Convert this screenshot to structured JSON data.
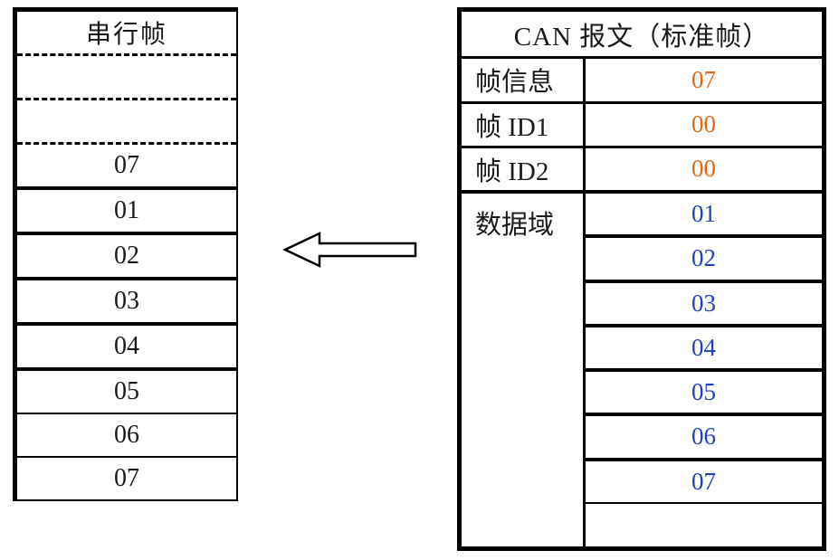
{
  "colors": {
    "orange": "#e2690f",
    "blue": "#2041c0",
    "line": "#000000"
  },
  "serial_table": {
    "title": "串行帧",
    "rows": [
      {
        "value": ""
      },
      {
        "value": ""
      },
      {
        "value": "07",
        "color": "orange"
      },
      {
        "value": "01",
        "color": "blue"
      },
      {
        "value": "02",
        "color": "blue"
      },
      {
        "value": "03",
        "color": "blue"
      },
      {
        "value": "04",
        "color": "blue"
      },
      {
        "value": "05",
        "color": "blue"
      },
      {
        "value": "06",
        "color": "blue"
      },
      {
        "value": "07",
        "color": "blue"
      }
    ]
  },
  "can_table": {
    "title": "CAN 报文（标准帧）",
    "fields": [
      {
        "label": "帧信息",
        "value": "07",
        "color": "orange"
      },
      {
        "label": "帧 ID1",
        "value": "00",
        "color": "orange"
      },
      {
        "label": "帧 ID2",
        "value": "00",
        "color": "orange"
      }
    ],
    "data_field": {
      "label": "数据域",
      "values": [
        "01",
        "02",
        "03",
        "04",
        "05",
        "06",
        "07",
        ""
      ],
      "color": "blue"
    }
  },
  "arrow": {
    "direction": "left",
    "meaning": "CAN message converted to serial frame"
  }
}
